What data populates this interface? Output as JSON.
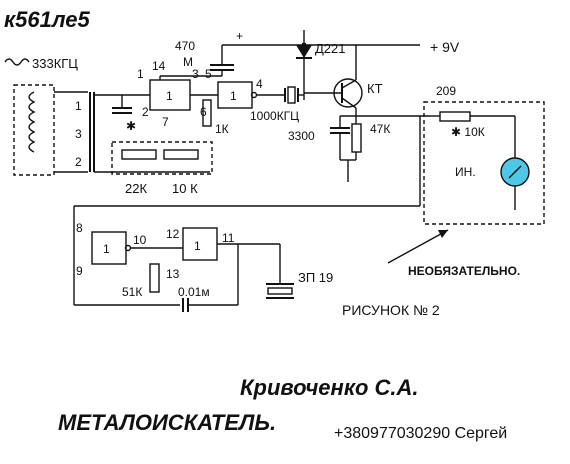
{
  "ic_name": "к561ле5",
  "supply": "+ 9V",
  "oscillator": "333КГЦ",
  "cap_470": "470",
  "cap_plus": "+",
  "cap_m": "М",
  "diode": "Д221",
  "transistor": "КТ",
  "pin_1": "1",
  "pin_14": "14",
  "pin_3": "3",
  "pin_5": "5",
  "pin_4": "4",
  "pin_2": "2",
  "pin_7": "7",
  "pin_6": "6",
  "gate_1": "1",
  "res_1k": "1К",
  "xtal_1000": "1000КГЦ",
  "cap_3300": "3300",
  "res_47k": "47К",
  "left_1": "1",
  "left_3": "3",
  "left_2": "2",
  "star": "✱",
  "pot_22k": "22К",
  "pot_10k": "10 К",
  "node_209": "209",
  "res_10k": "✱ 10К",
  "meter_label": "ИН.",
  "pin_8": "8",
  "pin_9": "9",
  "pin_10": "10",
  "pin_12": "12",
  "pin_11": "11",
  "pin_13": "13",
  "res_51k": "51К",
  "cap_001": "0.01м",
  "buzzer": "ЗП 19",
  "optional": "НЕОБЯЗАТЕЛЬНО.",
  "figure": "РИСУНОК № 2",
  "author": "Кривоченко С.А.",
  "title": "МЕТАЛОИСКАТЕЛЬ.",
  "phone": "+380977030290 Сергей",
  "colors": {
    "ink": "#111111",
    "meter_fill": "#4fc8e8"
  }
}
